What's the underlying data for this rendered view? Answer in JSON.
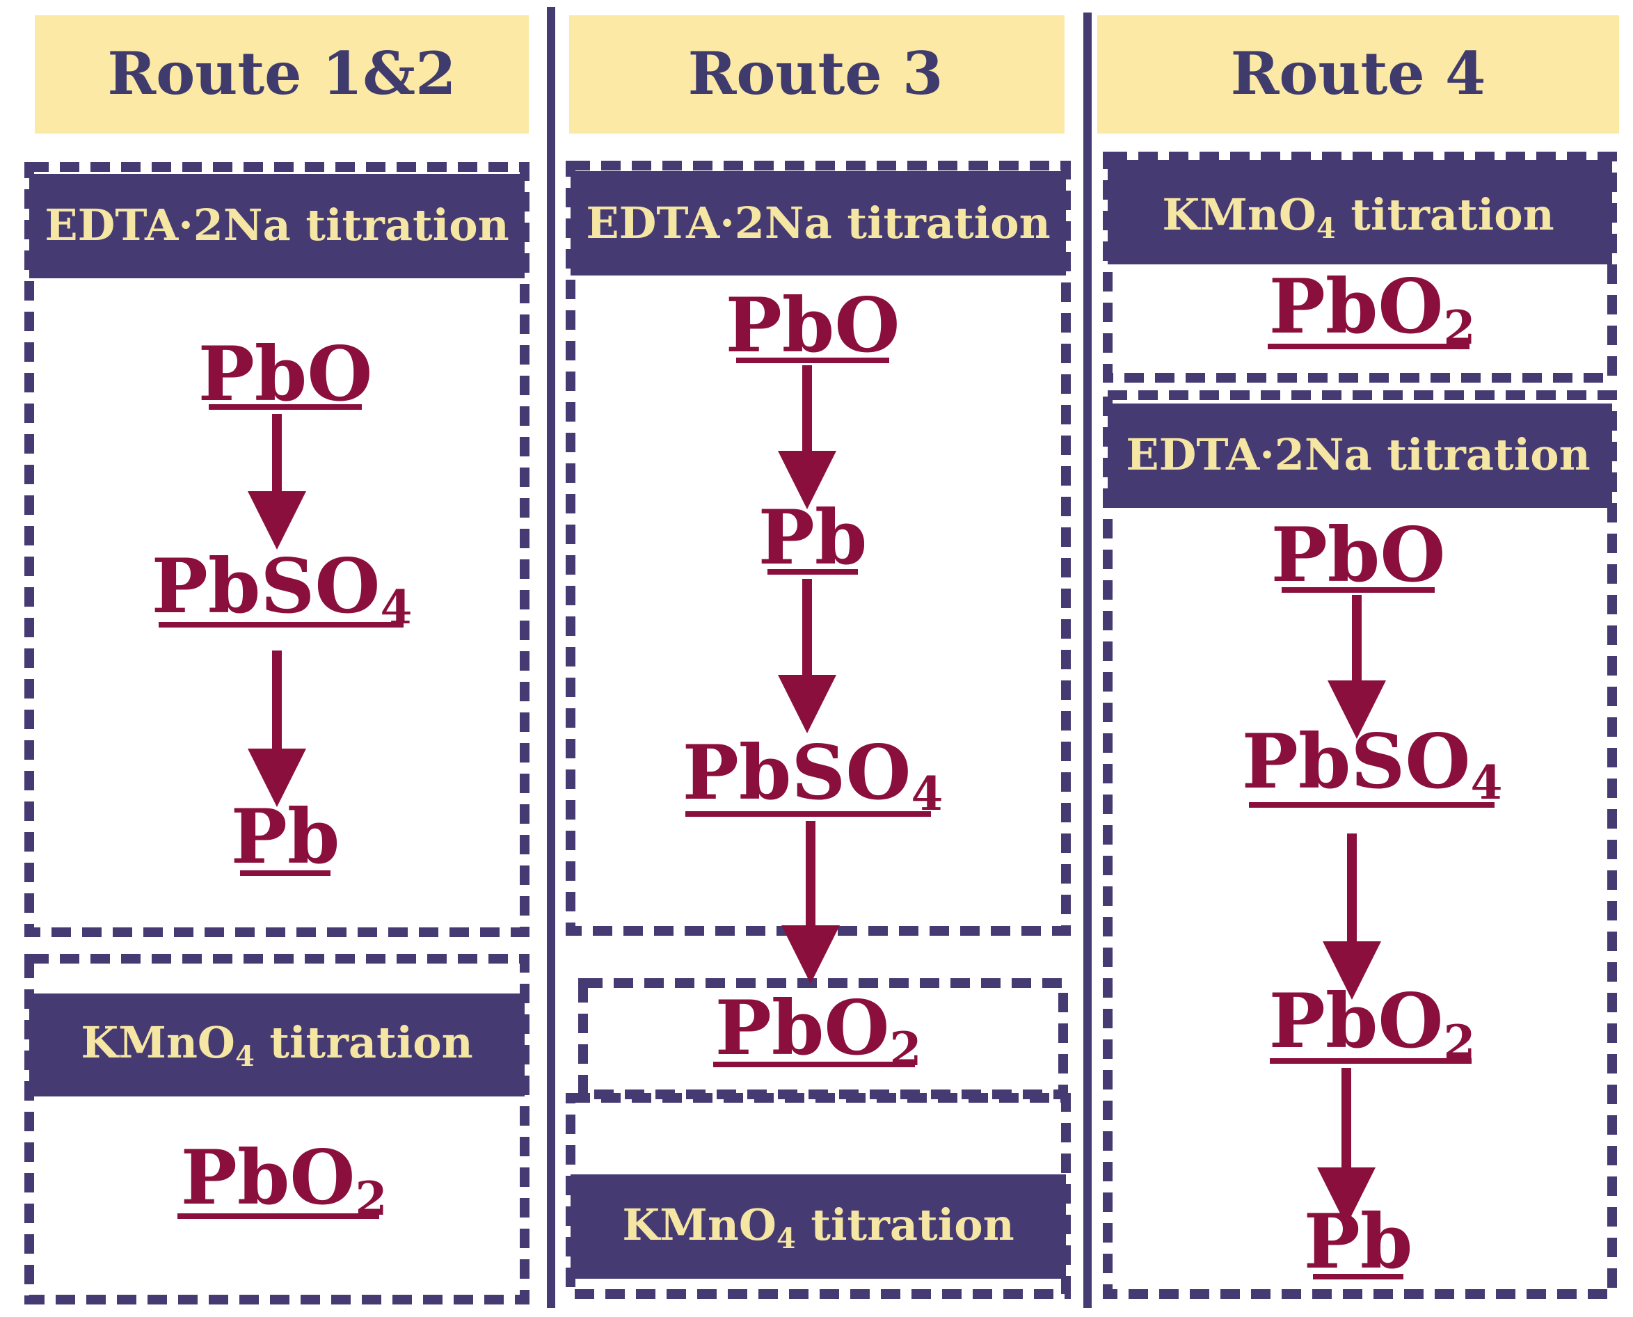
{
  "colors": {
    "title_fill": "#fbe9a5",
    "title_text": "#3f3b6c",
    "banner_fill": "#453b72",
    "banner_text": "#f6e6a3",
    "dash_border": "#453b72",
    "divider": "#453b72",
    "compound": "#8a0f3c",
    "arrow": "#8a0f3c"
  },
  "routes": [
    {
      "title": "Route 1&2",
      "banners": [
        {
          "text": "EDTA·2Na  titration"
        },
        {
          "main": "KMnO",
          "sub": "4",
          "tail": " titration"
        }
      ],
      "compounds": [
        {
          "main": "PbO"
        },
        {
          "main": "PbSO",
          "sub": "4"
        },
        {
          "main": "Pb"
        },
        {
          "main": "PbO",
          "sub": "2"
        }
      ]
    },
    {
      "title": "Route 3",
      "banners": [
        {
          "text": "EDTA·2Na titration"
        },
        {
          "main": "KMnO",
          "sub": "4",
          "tail": " titration"
        }
      ],
      "compounds": [
        {
          "main": "PbO"
        },
        {
          "main": "Pb"
        },
        {
          "main": "PbSO",
          "sub": "4"
        },
        {
          "main": "PbO",
          "sub": "2"
        }
      ]
    },
    {
      "title": "Route 4",
      "banners": [
        {
          "main": "KMnO",
          "sub": "4",
          "tail": " titration"
        },
        {
          "text": "EDTA·2Na  titration"
        }
      ],
      "compounds": [
        {
          "main": "PbO",
          "sub": "2"
        },
        {
          "main": "PbO"
        },
        {
          "main": "PbSO",
          "sub": "4"
        },
        {
          "main": "PbO",
          "sub": "2"
        },
        {
          "main": "Pb"
        }
      ]
    }
  ]
}
